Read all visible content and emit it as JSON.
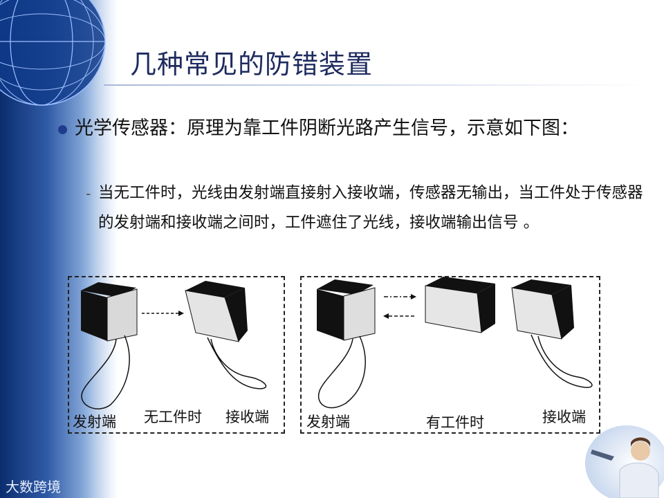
{
  "slide": {
    "title": "几种常见的防错装置",
    "bullet": "光学传感器：原理为靠工件阴断光路产生信号，示意如下图：",
    "sub_dash": "-",
    "sub_bullet": "当无工件时，光线由发射端直接射入接收端，传感器无输出，当工件处于传感器的发射端和接收端之间时，工件遮住了光线，接收端输出信号 。"
  },
  "diagram_left": {
    "emitter_label": "发射端",
    "state_label": "无工件时",
    "receiver_label": "接收端"
  },
  "diagram_right": {
    "emitter_label": "发射端",
    "state_label": "有工件时",
    "receiver_label": "接收端"
  },
  "watermark": "大数跨境"
}
